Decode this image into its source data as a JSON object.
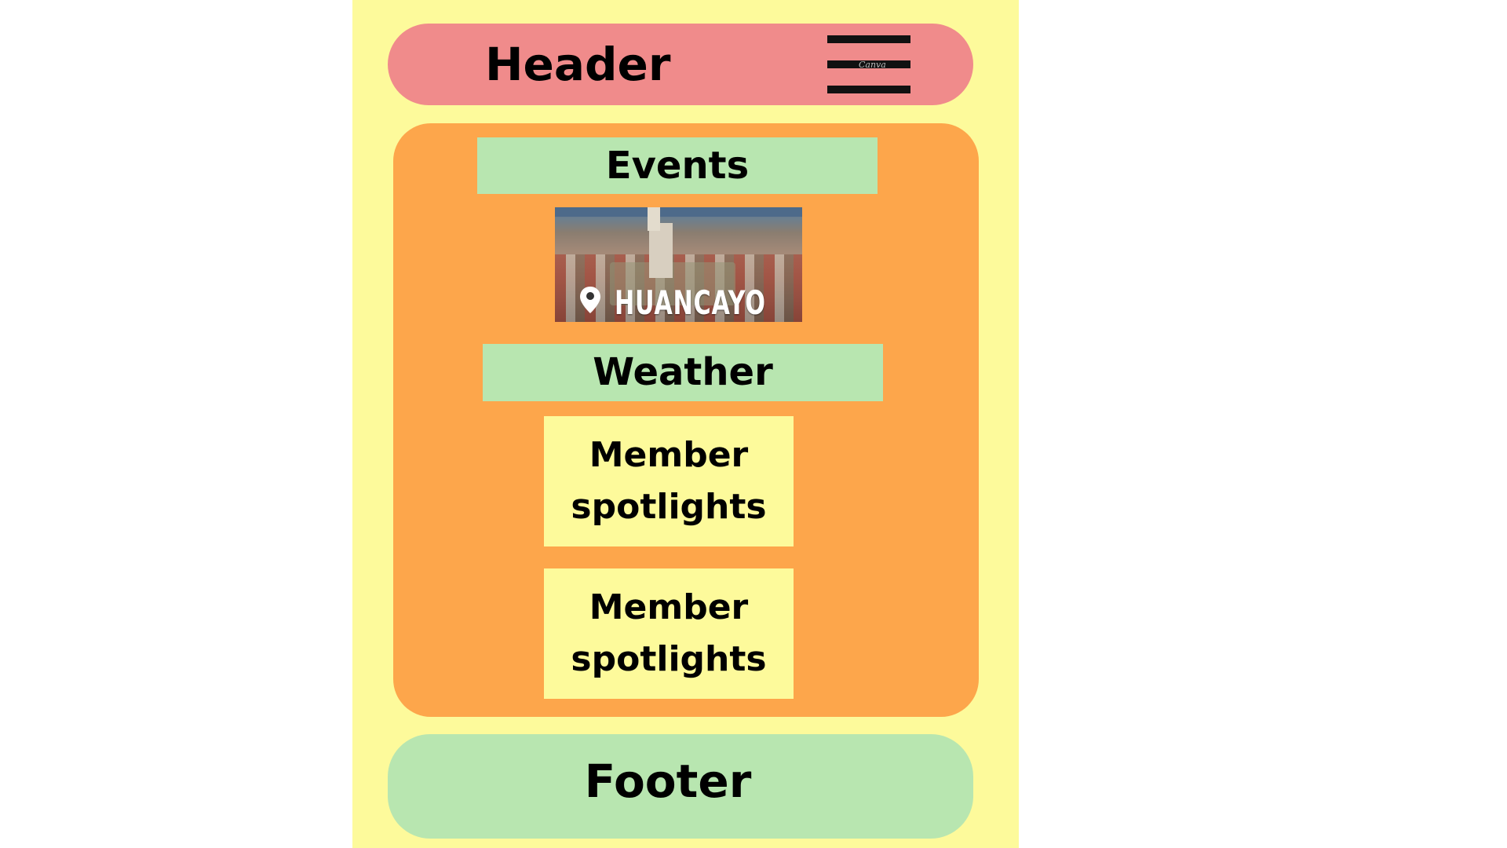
{
  "header": {
    "title": "Header",
    "menu_watermark": "Canva"
  },
  "main": {
    "events_label": "Events",
    "image": {
      "caption": "HUANCAYO"
    },
    "weather_label": "Weather",
    "cards": [
      {
        "line1": "Member",
        "line2": "spotlights"
      },
      {
        "line1": "Member",
        "line2": "spotlights"
      }
    ]
  },
  "footer": {
    "title": "Footer"
  },
  "colors": {
    "page_background": "#fdfa9b",
    "header": "#f08b8b",
    "main": "#fda64b",
    "section_label": "#b8e6b0",
    "card": "#fdfa9b",
    "footer": "#b8e6b0"
  },
  "icons": {
    "menu": "hamburger-menu-icon",
    "location": "map-pin-icon"
  }
}
